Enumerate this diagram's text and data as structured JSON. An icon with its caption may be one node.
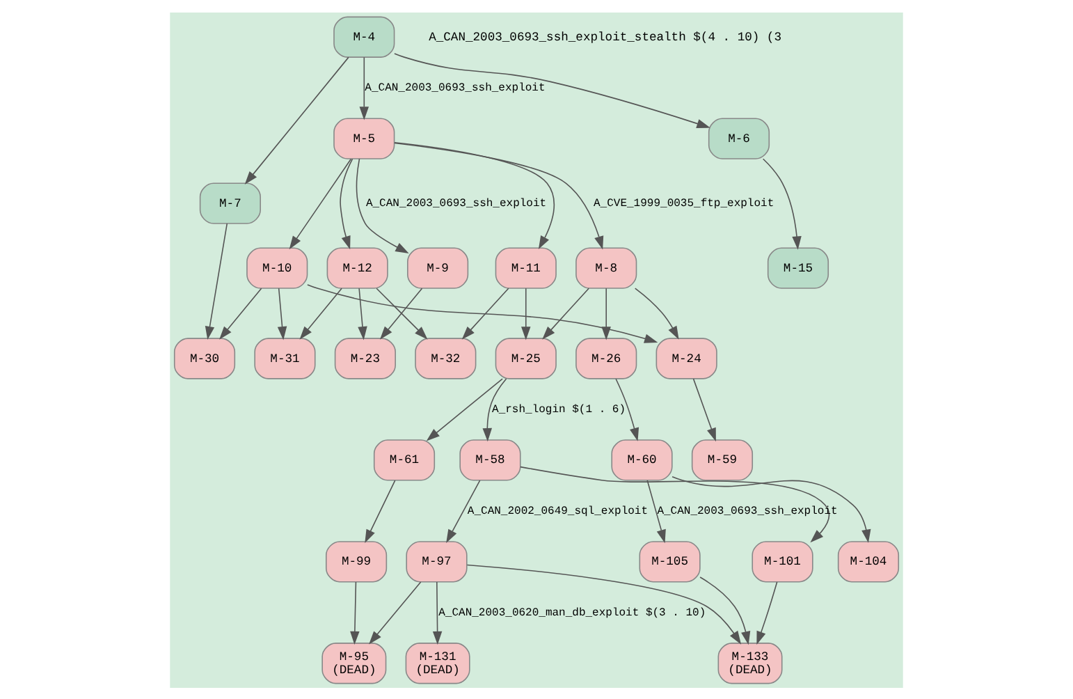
{
  "diagram": {
    "nodes": [
      {
        "text": [
          "M-4"
        ]
      },
      {
        "text": [
          "M-7"
        ]
      },
      {
        "text": [
          "M-5"
        ]
      },
      {
        "text": [
          "M-6"
        ]
      },
      {
        "text": [
          "M-9"
        ]
      },
      {
        "text": [
          "M-10"
        ]
      },
      {
        "text": [
          "M-11"
        ]
      },
      {
        "text": [
          "M-12"
        ]
      },
      {
        "text": [
          "M-8"
        ]
      },
      {
        "text": [
          "M-15"
        ]
      },
      {
        "text": [
          "M-30"
        ]
      },
      {
        "text": [
          "M-31"
        ]
      },
      {
        "text": [
          "M-23"
        ]
      },
      {
        "text": [
          "M-32"
        ]
      },
      {
        "text": [
          "M-24"
        ]
      },
      {
        "text": [
          "M-25"
        ]
      },
      {
        "text": [
          "M-26"
        ]
      },
      {
        "text": [
          "M-59"
        ]
      },
      {
        "text": [
          "M-61"
        ]
      },
      {
        "text": [
          "M-58"
        ]
      },
      {
        "text": [
          "M-60"
        ]
      },
      {
        "text": [
          "M-99"
        ]
      },
      {
        "text": [
          "M-97"
        ]
      },
      {
        "text": [
          "M-105"
        ]
      },
      {
        "text": [
          "M-101"
        ]
      },
      {
        "text": [
          "M-104"
        ]
      },
      {
        "text": [
          "M-95",
          "(DEAD)"
        ]
      },
      {
        "text": [
          "M-131",
          "(DEAD)"
        ]
      },
      {
        "text": [
          "M-133",
          "(DEAD)"
        ]
      }
    ],
    "edges": [
      {
        "from": 0,
        "to": 1,
        "arrow": "to"
      },
      {
        "from": 0,
        "to": 2,
        "arrow": "to",
        "label": "A_CAN_2003_0693_ssh_exploit"
      },
      {
        "from": 0,
        "to": 3,
        "arrow": "to"
      },
      {
        "from": 1,
        "to": 10,
        "arrow": "to"
      },
      {
        "from": 2,
        "to": 4,
        "arrow": "to",
        "label": "A_CAN_2003_0693_ssh_exploit"
      },
      {
        "from": 2,
        "to": 5,
        "arrow": "to"
      },
      {
        "from": 2,
        "to": 6,
        "arrow": "to"
      },
      {
        "from": 2,
        "to": 7,
        "arrow": "to"
      },
      {
        "from": 2,
        "to": 8,
        "arrow": "to",
        "label": "A_CVE_1999_0035_ftp_exploit"
      },
      {
        "from": 3,
        "to": 9,
        "arrow": "to"
      },
      {
        "from": 4,
        "to": 12,
        "arrow": "to"
      },
      {
        "from": 5,
        "to": 11,
        "arrow": "to"
      },
      {
        "from": 5,
        "to": 10,
        "arrow": "to"
      },
      {
        "from": 5,
        "to": 14,
        "arrow": "to"
      },
      {
        "from": 6,
        "to": 13,
        "arrow": "to"
      },
      {
        "from": 6,
        "to": 15,
        "arrow": "to"
      },
      {
        "from": 7,
        "to": 13,
        "arrow": "to"
      },
      {
        "from": 7,
        "to": 12,
        "arrow": "to"
      },
      {
        "from": 7,
        "to": 11,
        "arrow": "to"
      },
      {
        "from": 8,
        "to": 14,
        "arrow": "to"
      },
      {
        "from": 8,
        "to": 15,
        "arrow": "to"
      },
      {
        "from": 8,
        "to": 16,
        "arrow": "to"
      },
      {
        "from": 15,
        "to": 19,
        "arrow": "to",
        "label": "A_rsh_login $(1 . 6)"
      },
      {
        "from": 15,
        "to": 18,
        "arrow": "to"
      },
      {
        "from": 16,
        "to": 20,
        "arrow": "to"
      },
      {
        "from": 14,
        "to": 17,
        "arrow": "to"
      },
      {
        "from": 19,
        "to": 24,
        "arrow": "to"
      },
      {
        "from": 19,
        "to": 22,
        "arrow": "to",
        "label": "A_CAN_2002_0649_sql_exploit"
      },
      {
        "from": 20,
        "to": 25,
        "arrow": "to"
      },
      {
        "from": 20,
        "to": 23,
        "arrow": "to",
        "label": "A_CAN_2003_0693_ssh_exploit"
      },
      {
        "from": 18,
        "to": 21,
        "arrow": "to"
      },
      {
        "from": 22,
        "to": 27,
        "arrow": "to",
        "label": "A_CAN_2003_0620_man_db_exploit $(3 . 10)"
      },
      {
        "from": 22,
        "to": 28,
        "arrow": "to"
      },
      {
        "from": 23,
        "to": 28,
        "arrow": "to"
      },
      {
        "from": 24,
        "to": 28,
        "arrow": "to"
      },
      {
        "from": 21,
        "to": 26,
        "arrow": "to"
      },
      {
        "from": 22,
        "to": 26,
        "arrow": "to"
      }
    ],
    "labels": [
      "A_CAN_2003_0693_ssh_exploit_stealth $(4 . 10) (3"
    ]
  }
}
